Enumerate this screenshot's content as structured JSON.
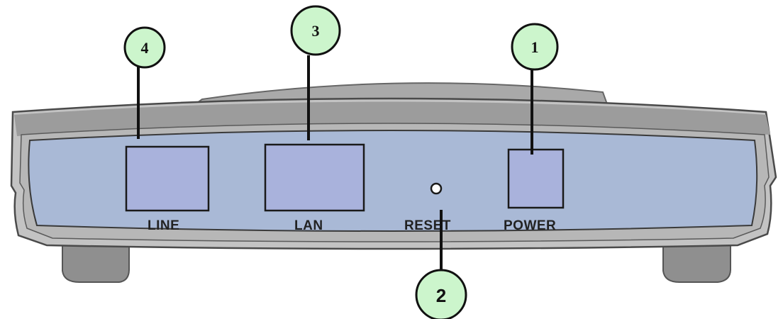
{
  "colors": {
    "housing": "#c0c0c0",
    "housing_dark": "#8e8e8e",
    "panel": "#a9b9d6",
    "port": "#a9b2dc",
    "callout": "#ccf5cc",
    "outline": "#1a1a1a"
  },
  "ports": {
    "line": "LINE",
    "lan": "LAN",
    "reset": "RESET",
    "power": "POWER"
  },
  "callouts": {
    "power": "1",
    "reset": "2",
    "lan": "3",
    "line": "4"
  }
}
